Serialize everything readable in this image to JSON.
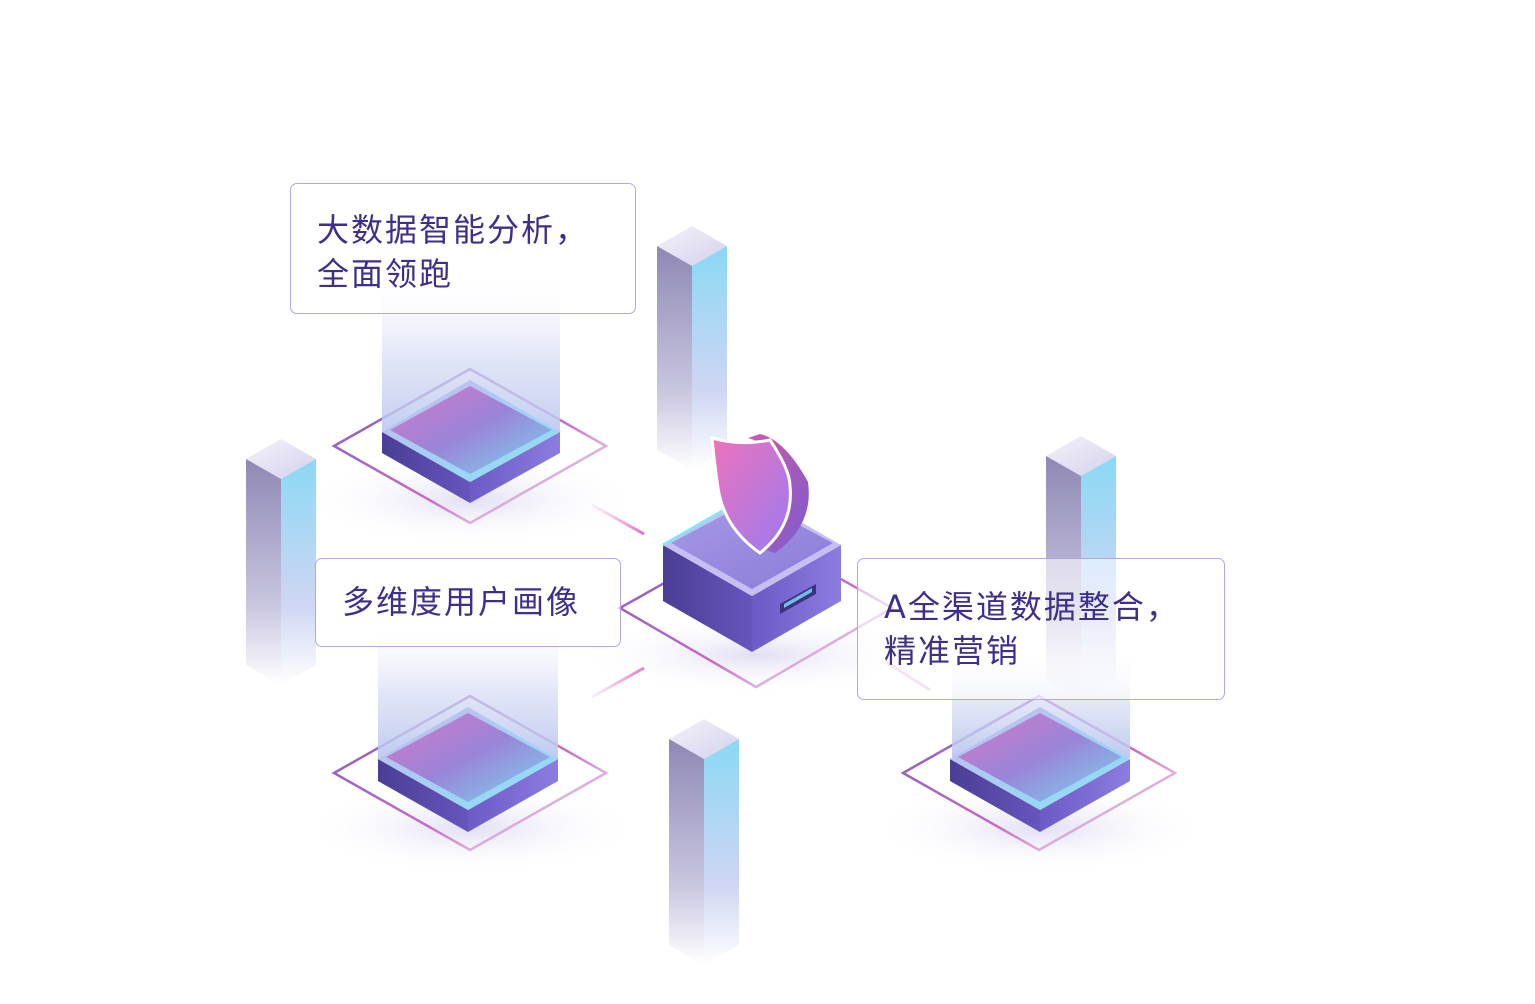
{
  "callouts": {
    "analytics": {
      "line1": "大数据智能分析，",
      "line2": "全面领跑"
    },
    "portrait": {
      "line1": "多维度用户画像"
    },
    "marketing": {
      "line1": "A全渠道数据整合，",
      "line2": "精准营销"
    }
  },
  "colors": {
    "callout_border": "#b3a6e6",
    "callout_text": "#3d2f8a",
    "platform_side": "#5b4aa8",
    "platform_top": "#9a8ee0",
    "cyan_glow": "#7fe3f5",
    "shield_pink": "#e876c6",
    "shield_purple": "#9b7bf0"
  },
  "icons": [
    "shield-icon"
  ]
}
